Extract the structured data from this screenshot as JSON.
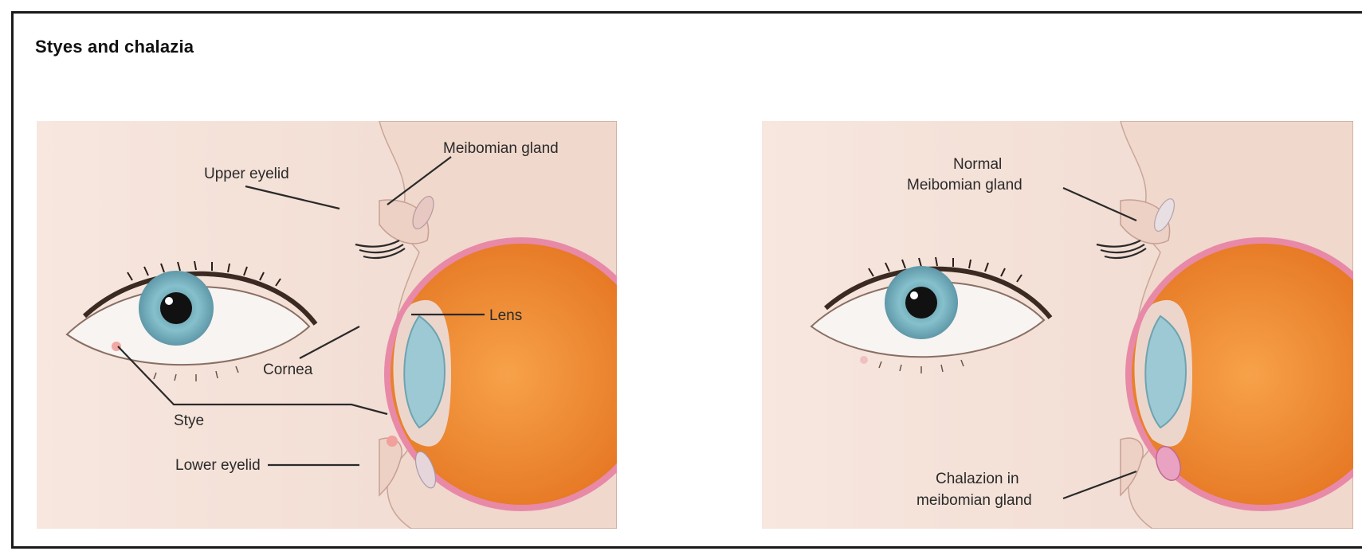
{
  "title": "Styes and chalazia",
  "left_panel": {
    "labels": {
      "meibomian": "Meibomian gland",
      "upper_eyelid": "Upper eyelid",
      "lens": "Lens",
      "cornea": "Cornea",
      "stye": "Stye",
      "lower_eyelid": "Lower eyelid"
    }
  },
  "right_panel": {
    "labels": {
      "normal_line1": "Normal",
      "normal_line2": "Meibomian gland",
      "chalazion_line1": "Chalazion in",
      "chalazion_line2": "meibomian gland"
    }
  },
  "colors": {
    "skin": "#f3e1d8",
    "eyeball": "#f08a2e",
    "iris": "#7fb7c4",
    "pupil": "#111111",
    "rim": "#e889a8"
  }
}
